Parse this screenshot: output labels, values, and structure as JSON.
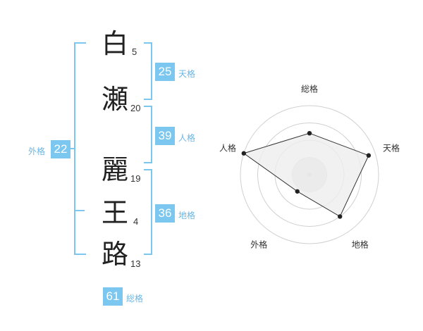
{
  "name_chars": [
    {
      "char": "白",
      "strokes": "5"
    },
    {
      "char": "瀬",
      "strokes": "20"
    },
    {
      "char": "麗",
      "strokes": "19"
    },
    {
      "char": "王",
      "strokes": "4"
    },
    {
      "char": "路",
      "strokes": "13"
    }
  ],
  "fortunes": {
    "tenkaku": {
      "value": "25",
      "label": "天格"
    },
    "jinkaku": {
      "value": "39",
      "label": "人格"
    },
    "chikaku": {
      "value": "36",
      "label": "地格"
    },
    "gaikaku": {
      "value": "22",
      "label": "外格"
    },
    "soukaku": {
      "value": "61",
      "label": "総格"
    }
  },
  "chart_data": {
    "type": "radar",
    "axes": [
      "総格",
      "天格",
      "地格",
      "外格",
      "人格"
    ],
    "rings": 4,
    "values": [
      0.6,
      0.9,
      0.75,
      0.3,
      1.0
    ],
    "range": [
      0,
      1
    ]
  },
  "colors": {
    "accent": "#7cc7ef",
    "label_accent": "#6bb6e2",
    "radar_fill": "#ededed",
    "radar_line": "#333333"
  }
}
